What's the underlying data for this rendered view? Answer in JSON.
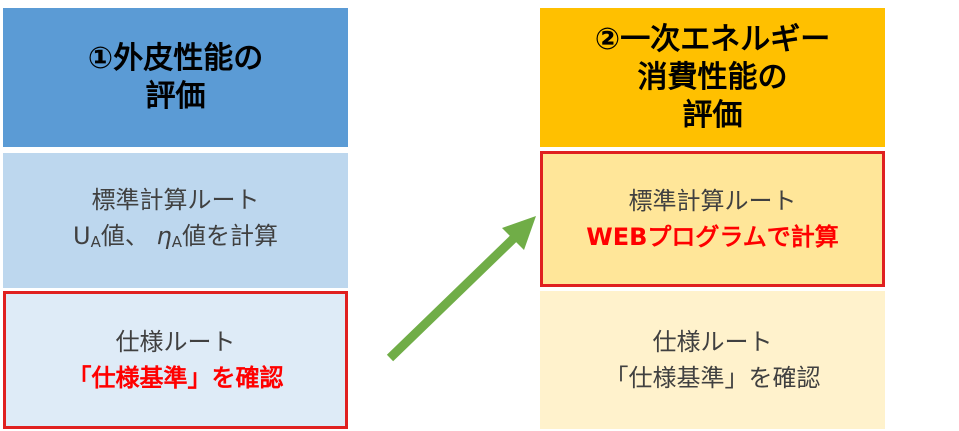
{
  "left": {
    "header": "①外皮性能の\n評価",
    "standard_route": {
      "title": "標準計算ルート",
      "line2_u": "U",
      "line2_u_sub": "A",
      "line2_mid": "値、",
      "line2_eta": "η",
      "line2_eta_sub": "A",
      "line2_end": "値を計算"
    },
    "spec_route": {
      "title": "仕様ルート",
      "detail": "「仕様基準」を確認"
    }
  },
  "right": {
    "header": "②一次エネルギー\n消費性能の\n評価",
    "standard_route": {
      "title": "標準計算ルート",
      "detail": "WEBプログラムで計算"
    },
    "spec_route": {
      "title": "仕様ルート",
      "detail": "「仕様基準」を確認"
    }
  },
  "colors": {
    "left_header": "#5b9bd5",
    "left_cell1": "#bdd7ee",
    "left_cell2": "#deebf7",
    "right_header": "#ffc000",
    "right_cell1": "#ffe699",
    "right_cell2": "#fff2cc",
    "highlight_border": "#e02020",
    "arrow": "#70ad47"
  }
}
